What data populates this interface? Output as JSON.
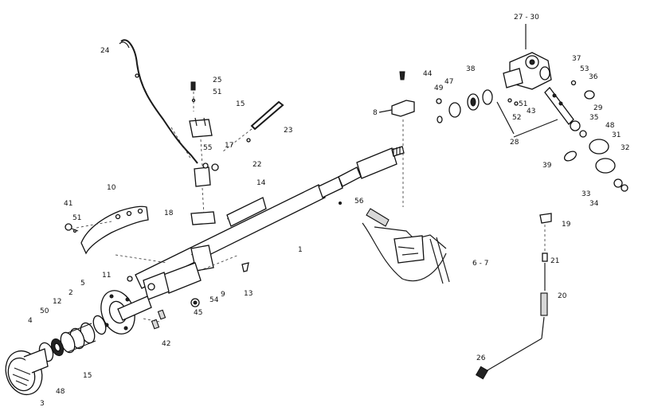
{
  "labels": {
    "l24": "24",
    "l25": "25",
    "l51a": "51",
    "l15a": "15",
    "l23": "23",
    "l55": "55",
    "l17": "17",
    "l22": "22",
    "l14": "14",
    "l10": "10",
    "l18": "18",
    "l41": "41",
    "l51b": "51",
    "l1": "1",
    "l11": "11",
    "l5": "5",
    "l2": "2",
    "l12": "12",
    "l50": "50",
    "l4": "4",
    "l3": "3",
    "l48a": "48",
    "l15b": "15",
    "l45": "45",
    "l42": "42",
    "l54": "54",
    "l9": "9",
    "l13": "13",
    "l8": "8",
    "l44": "44",
    "l49": "49",
    "l47": "47",
    "l38": "38",
    "l27": "27 - 30",
    "l37": "37",
    "l53": "53",
    "l36": "36",
    "l51c": "51",
    "l43": "43",
    "l52": "52",
    "l29": "29",
    "l35": "35",
    "l48b": "48",
    "l31": "31",
    "l32": "32",
    "l28": "28",
    "l39": "39",
    "l33": "33",
    "l34": "34",
    "l56": "56",
    "l67": "6 - 7",
    "l19": "19",
    "l21": "21",
    "l20": "20",
    "l26": "26"
  }
}
